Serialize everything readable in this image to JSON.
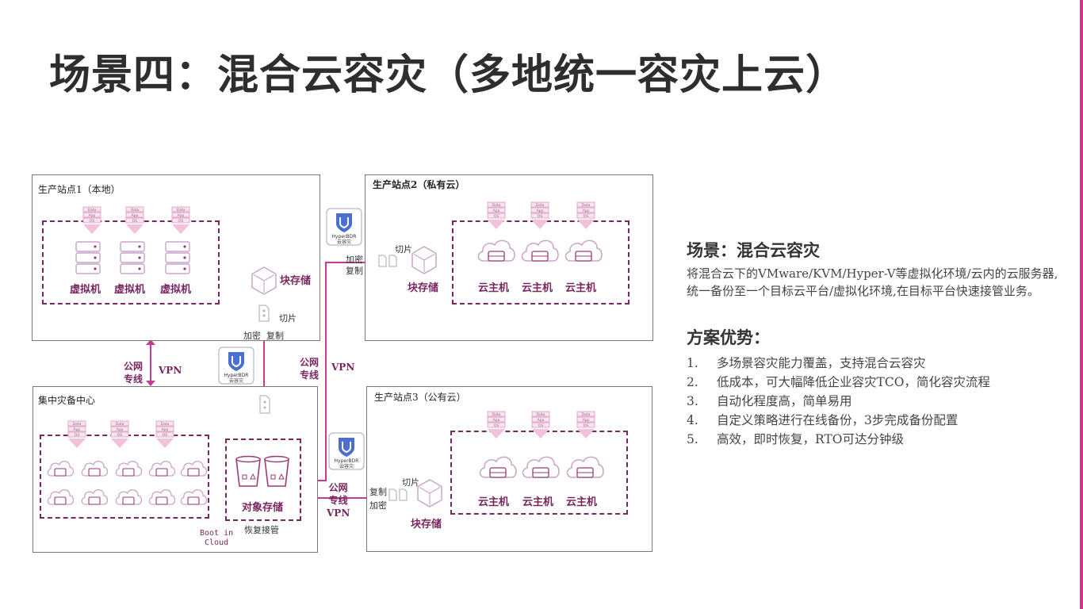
{
  "title": "场景四：混合云容灾（多地统一容灾上云）",
  "colors": {
    "accent": "#c43b8f",
    "dark_magenta": "#7a2660",
    "line_pink": "#c43b8f"
  },
  "diagram": {
    "site1": {
      "label": "生产站点1（本地）",
      "vm_label": "虚拟机",
      "storage_label": "块存储",
      "slice": "切片",
      "encrypt": "加密",
      "copy": "复制"
    },
    "site2": {
      "label": "生产站点2（私有云）",
      "host_label": "云主机",
      "storage_label": "块存储",
      "slice": "切片",
      "encrypt": "加密",
      "copy": "复制"
    },
    "site3": {
      "label": "生产站点3（公有云）",
      "host_label": "云主机",
      "storage_label": "块存储",
      "slice": "切片",
      "encrypt": "加密",
      "copy": "复制"
    },
    "center": {
      "label": "集中灾备中心",
      "object_storage": "对象存储",
      "restore": "恢复接管",
      "boot_line1": "Boot in",
      "boot_line2": "Cloud"
    },
    "links": {
      "public_line1": "公网",
      "public_line2": "专线",
      "vpn": "VPN"
    },
    "stack": [
      "Data",
      "App",
      "OS"
    ],
    "badge_brand": "HyperBDR",
    "badge_sub": "云容灾"
  },
  "panel": {
    "scene_heading": "场景：混合云容灾",
    "scene_text": "将混合云下的VMware/KVM/Hyper-V等虚拟化环境/云内的云服务器,统一备份至一个目标云平台/虚拟化环境,在目标平台快速接管业务。",
    "advantage_heading": "方案优势：",
    "advantages": [
      {
        "num": "1.",
        "text": "多场景容灾能力覆盖，支持混合云容灾"
      },
      {
        "num": "2.",
        "text": "低成本，可大幅降低企业容灾TCO，简化容灾流程"
      },
      {
        "num": "3.",
        "text": "自动化程度高，简单易用"
      },
      {
        "num": "4.",
        "text": "自定义策略进行在线备份，3步完成备份配置"
      },
      {
        "num": "5.",
        "text": "高效，即时恢复，RTO可达分钟级"
      }
    ]
  }
}
